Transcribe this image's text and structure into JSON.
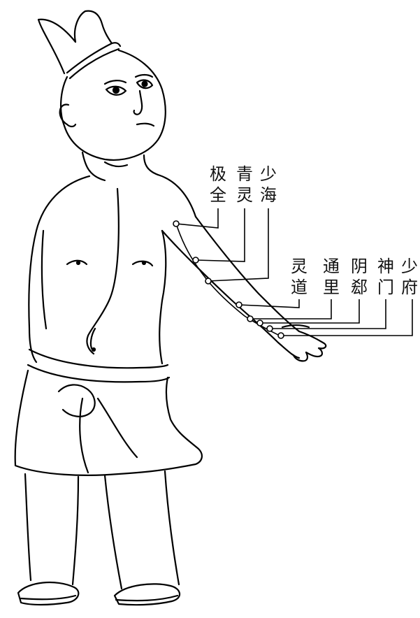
{
  "figure": {
    "points": [
      {
        "id": "jiquan",
        "chars": [
          "极",
          "全"
        ]
      },
      {
        "id": "qingling",
        "chars": [
          "青",
          "灵"
        ]
      },
      {
        "id": "shaohai",
        "chars": [
          "少",
          "海"
        ]
      },
      {
        "id": "lingdao",
        "chars": [
          "灵",
          "道"
        ]
      },
      {
        "id": "tongli",
        "chars": [
          "通",
          "里"
        ]
      },
      {
        "id": "yinxi",
        "chars": [
          "阴",
          "郄"
        ]
      },
      {
        "id": "shenmen",
        "chars": [
          "神",
          "门"
        ]
      },
      {
        "id": "shaofu",
        "chars": [
          "少",
          "府"
        ]
      }
    ]
  }
}
